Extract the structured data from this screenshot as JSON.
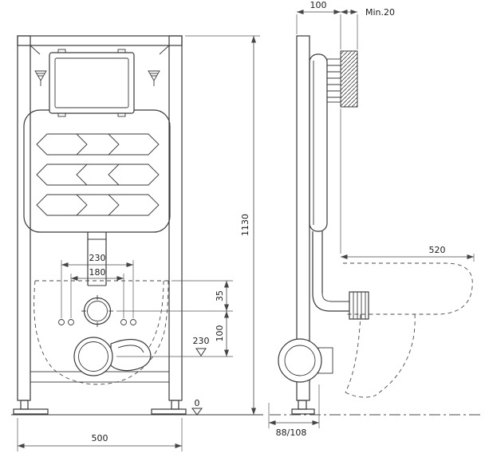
{
  "drawing_title": "wc-installation-frame-technical-drawing",
  "front_view": {
    "dim_bolt_span_outer": "230",
    "dim_bolt_span_inner": "180",
    "dim_offset_35": "35",
    "dim_offset_100": "100",
    "level_outlet": "230",
    "level_floor": "0",
    "dim_height": "1130",
    "dim_width": "500"
  },
  "side_view": {
    "dim_depth": "100",
    "dim_min_clearance": "Min.20",
    "dim_bowl_depth": "520",
    "dim_outlet_offset": "88/108"
  }
}
